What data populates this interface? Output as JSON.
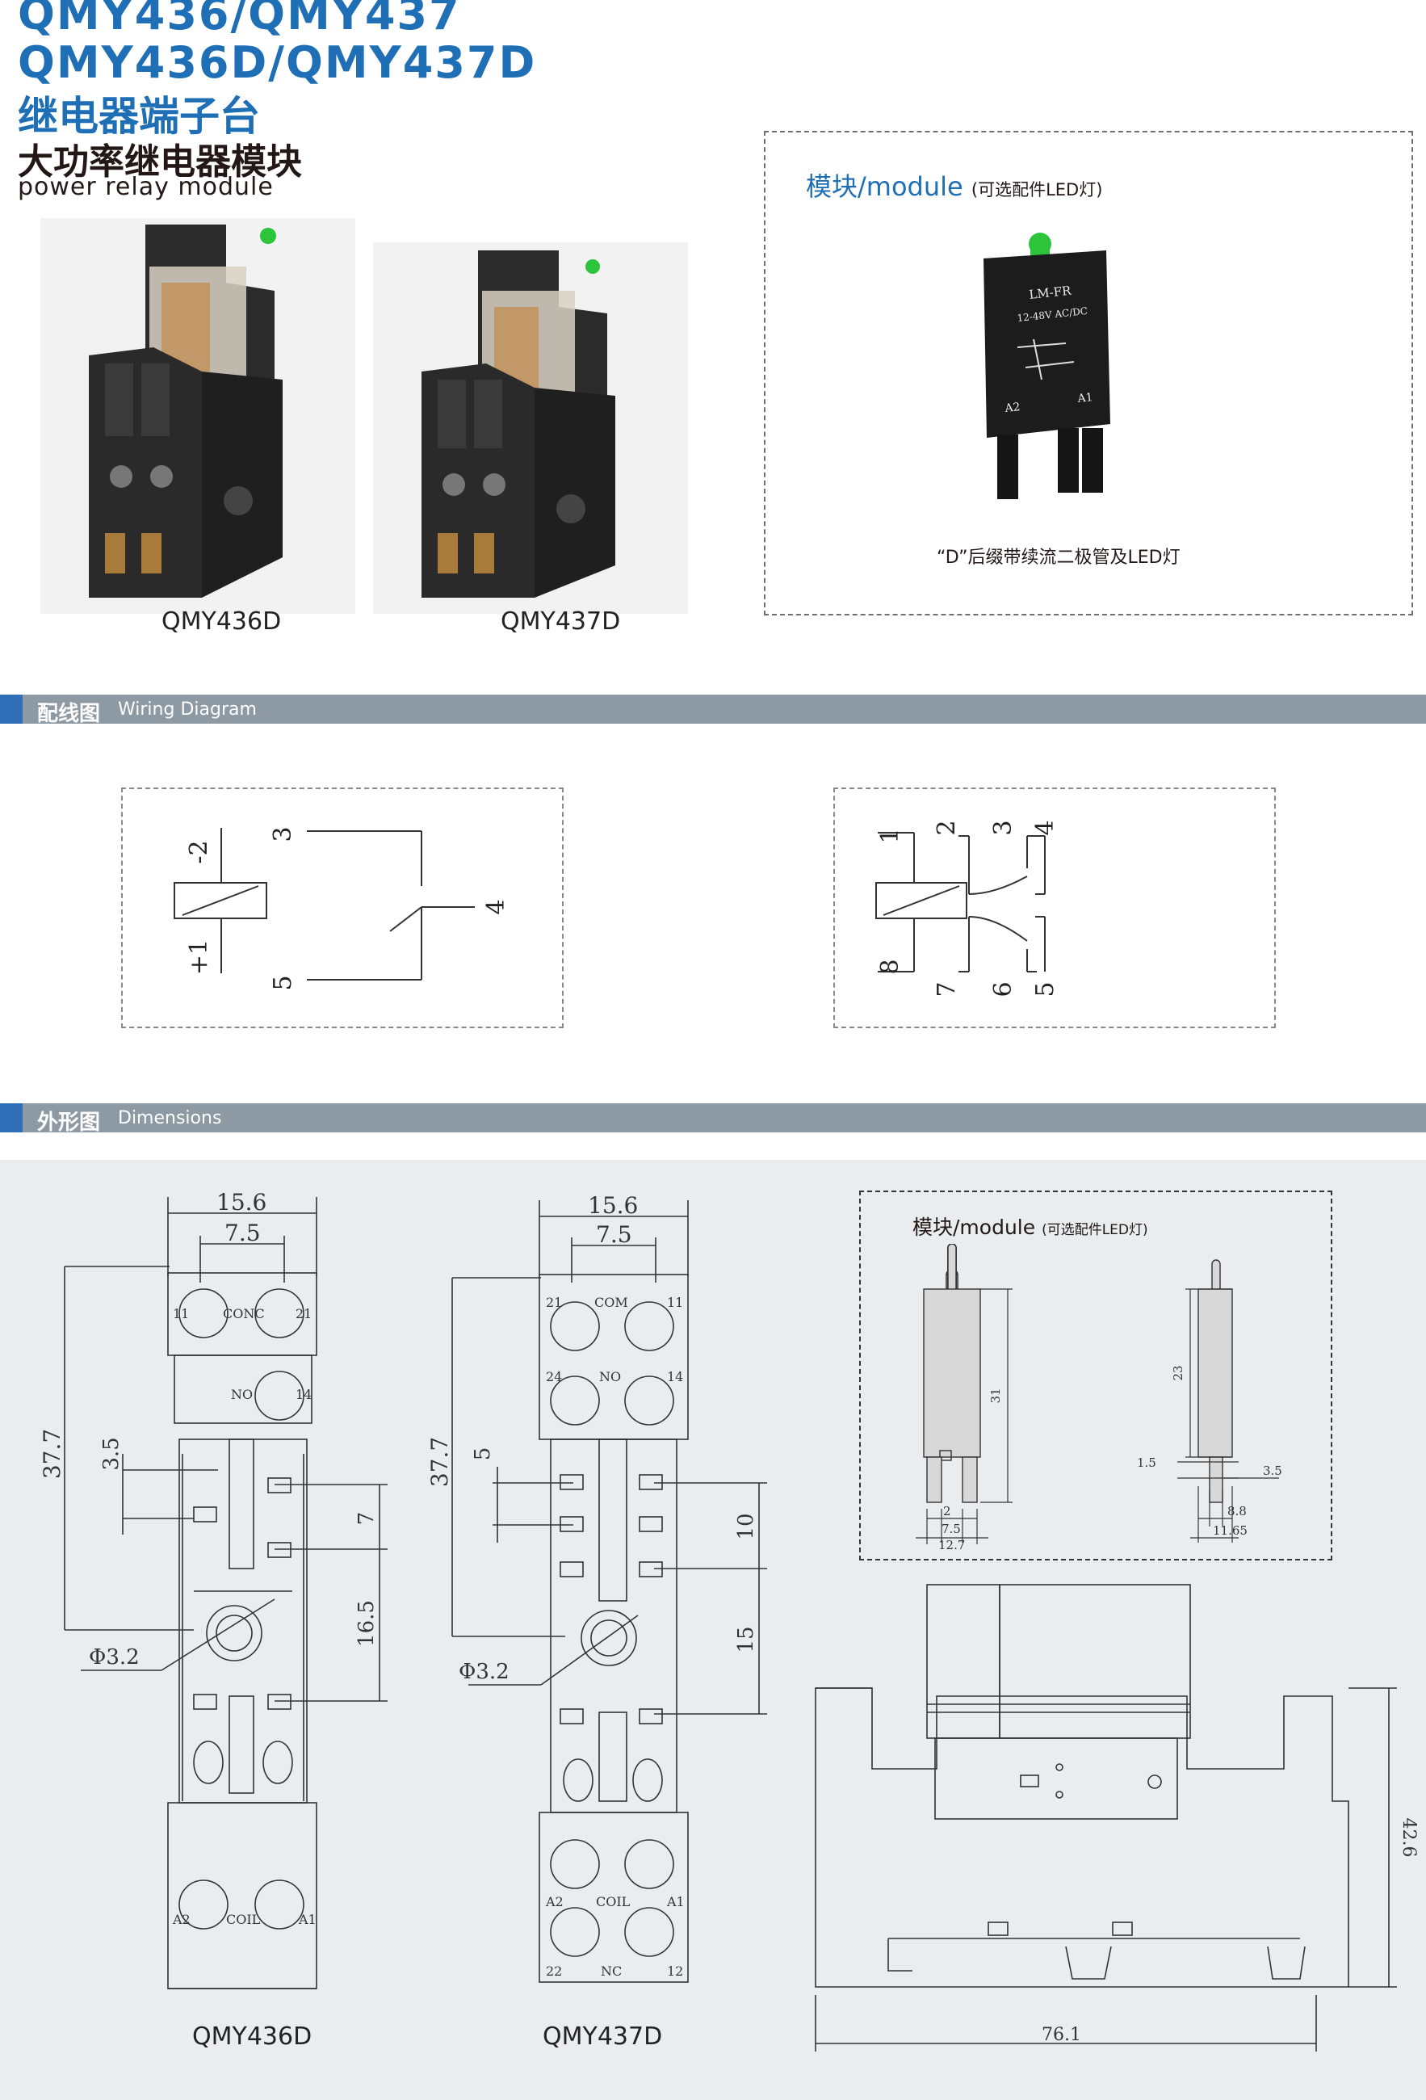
{
  "header": {
    "line1": "QMY436/QMY437",
    "line2": "QMY436D/QMY437D",
    "line3": "继电器端子台",
    "line4": "大功率继电器模块",
    "line5": "power relay module"
  },
  "products": [
    {
      "caption": "QMY436D"
    },
    {
      "caption": "QMY437D"
    }
  ],
  "module_box": {
    "title": "模块/module",
    "note": "(可选配件LED灯)",
    "label_top": "LM-FR",
    "label_volt": "12-48V AC/DC",
    "label_a2": "A2",
    "label_a1": "A1",
    "caption": "“D”后缀带续流二极管及LED灯"
  },
  "section_wiring": {
    "zh": "配线图",
    "en": "Wiring Diagram"
  },
  "wiring_left": {
    "p1": "+1",
    "p2": "-2",
    "p3": "3",
    "p4": "4",
    "p5": "5"
  },
  "wiring_right": {
    "p1": "1",
    "p2": "2",
    "p3": "3",
    "p4": "4",
    "p5": "5",
    "p6": "6",
    "p7": "7",
    "p8": "8"
  },
  "section_dim": {
    "zh": "外形图",
    "en": "Dimensions"
  },
  "dims_436": {
    "w_total": "15.6",
    "w_inner": "7.5",
    "h_total": "37.7",
    "d1": "3.5",
    "d2": "7",
    "d3": "16.5",
    "hole": "Φ3.2",
    "t11": "11",
    "tconc": "CONC",
    "t21": "21",
    "tno": "NO",
    "t14": "14",
    "ta2": "A2",
    "tcoil": "COIL",
    "ta1": "A1",
    "caption": "QMY436D"
  },
  "dims_437": {
    "w_total": "15.6",
    "w_inner": "7.5",
    "h_total": "37.7",
    "d1": "5",
    "d2": "10",
    "d3": "15",
    "hole": "Φ3.2",
    "t21": "21",
    "tcom": "COM",
    "t11": "11",
    "t24": "24",
    "tno": "NO",
    "t14": "14",
    "ta2": "A2",
    "tcoil": "COIL",
    "ta1": "A1",
    "t22": "22",
    "tnc": "NC",
    "t12": "12",
    "caption": "QMY437D"
  },
  "dims_module": {
    "title": "模块/module",
    "note": "(可选配件LED灯)",
    "h31": "31",
    "h23": "23",
    "w2": "2",
    "w75": "7.5",
    "w127": "12.7",
    "d15": "1.5",
    "d35": "3.5",
    "d88": "8.8",
    "d1165": "11.65"
  },
  "dims_side": {
    "width": "76.1",
    "height": "42.6"
  },
  "colors": {
    "brand_blue": "#1f6fb6",
    "bar_gray": "#8d99a3",
    "panel_bg": "#e9edf0"
  }
}
